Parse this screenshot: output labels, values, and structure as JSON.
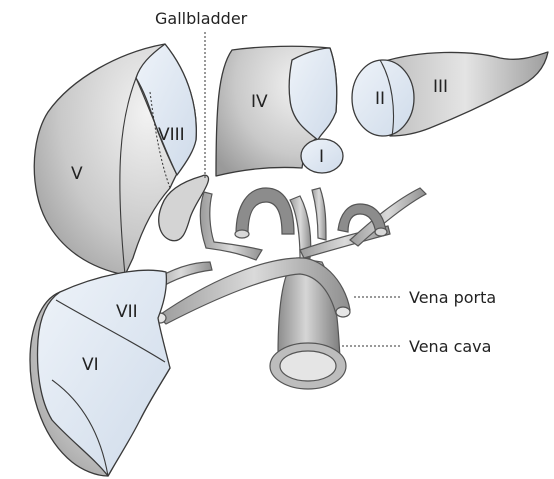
{
  "segments": {
    "s1": "I",
    "s2": "II",
    "s3": "III",
    "s4": "IV",
    "s5": "V",
    "s6": "VI",
    "s7": "VII",
    "s8": "VIII"
  },
  "callouts": {
    "gallbladder": "Gallbladder",
    "vena_porta": "Vena porta",
    "vena_cava": "Vena cava"
  },
  "colors": {
    "outer_surface": "#cfcfcf",
    "cut_surface": "#dde6f1",
    "vessel_light": "#cdcdcd",
    "vessel_dark": "#8a8a8a",
    "outline": "#3a3a3a"
  }
}
